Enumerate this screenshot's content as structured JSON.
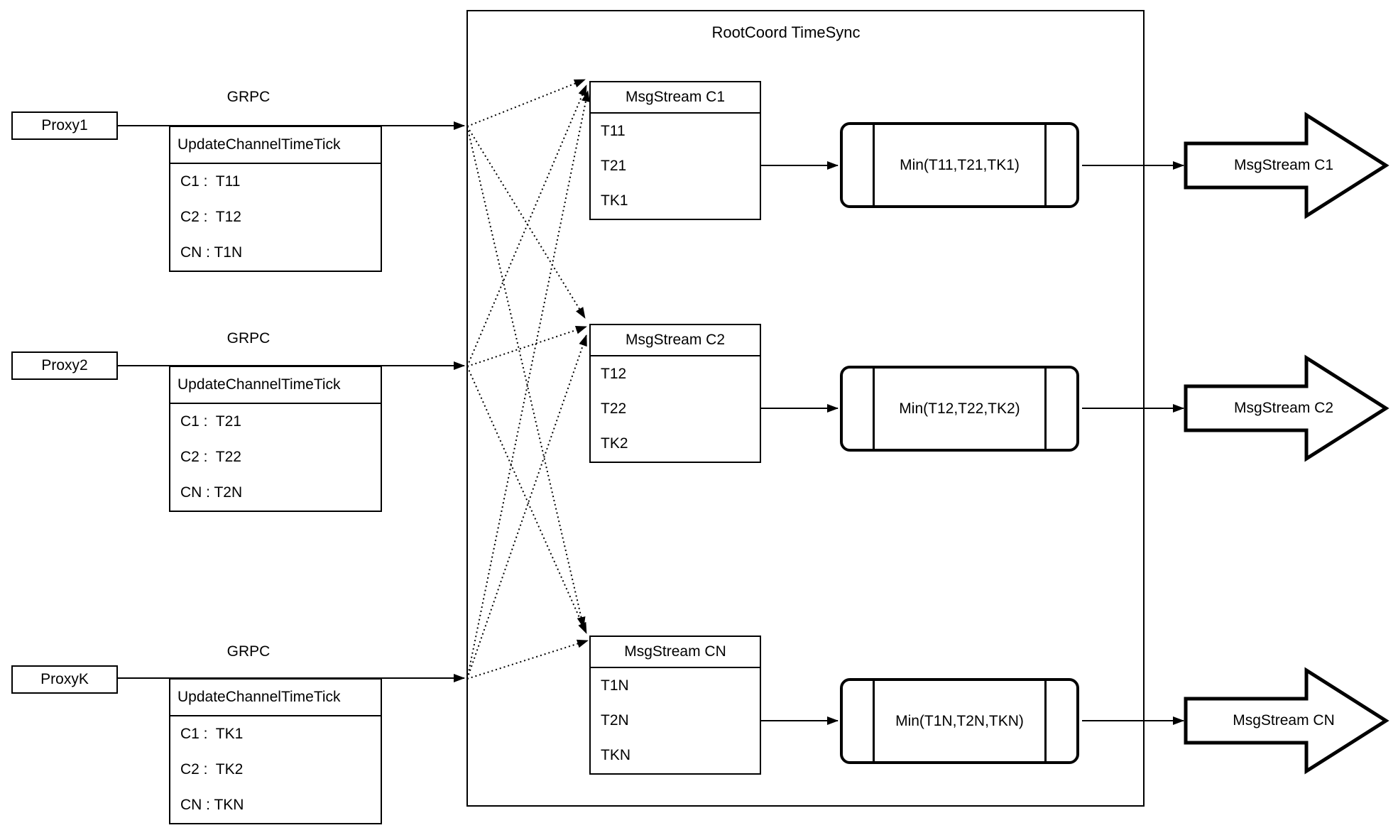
{
  "title": "RootCoord TimeSync",
  "colors": {
    "stroke": "#000000",
    "background": "#ffffff"
  },
  "rows": [
    {
      "proxy": "Proxy1",
      "grpc": "GRPC",
      "update": {
        "header": "UpdateChannelTimeTick",
        "entries": [
          "C1 :  T11",
          "C2 :  T12",
          "CN : T1N"
        ]
      },
      "stream": {
        "header": "MsgStream C1",
        "entries": [
          "T11",
          "T21",
          "TK1"
        ]
      },
      "min": "Min(T11,T21,TK1)",
      "out": "MsgStream C1"
    },
    {
      "proxy": "Proxy2",
      "grpc": "GRPC",
      "update": {
        "header": "UpdateChannelTimeTick",
        "entries": [
          "C1 :  T21",
          "C2 :  T22",
          "CN : T2N"
        ]
      },
      "stream": {
        "header": "MsgStream C2",
        "entries": [
          "T12",
          "T22",
          "TK2"
        ]
      },
      "min": "Min(T12,T22,TK2)",
      "out": "MsgStream C2"
    },
    {
      "proxy": "ProxyK",
      "grpc": "GRPC",
      "update": {
        "header": "UpdateChannelTimeTick",
        "entries": [
          "C1 :  TK1",
          "C2 :  TK2",
          "CN : TKN"
        ]
      },
      "stream": {
        "header": "MsgStream CN",
        "entries": [
          "T1N",
          "T2N",
          "TKN"
        ]
      },
      "min": "Min(T1N,T2N,TKN)",
      "out": "MsgStream CN"
    }
  ]
}
